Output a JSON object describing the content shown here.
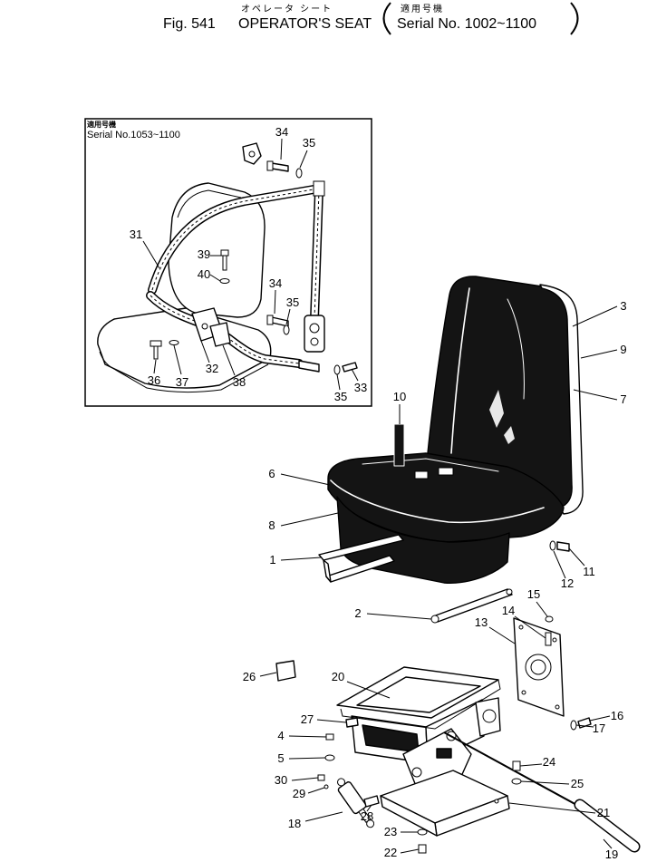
{
  "header": {
    "jp_title": "オペレータ シート",
    "fig": "Fig. 541",
    "en_title": "OPERATOR'S SEAT",
    "jp_applicable": "適用号機",
    "serial": "Serial No. 1002~1100"
  },
  "inset": {
    "jp_applicable": "適用号機",
    "serial": "Serial No.1053~1100",
    "callouts": [
      "34",
      "35",
      "31",
      "39",
      "40",
      "34",
      "35",
      "36",
      "37",
      "32",
      "38",
      "35",
      "33"
    ]
  },
  "main": {
    "callouts": [
      "3",
      "9",
      "7",
      "10",
      "6",
      "8",
      "1",
      "12",
      "11",
      "2",
      "15",
      "14",
      "13",
      "26",
      "20",
      "27",
      "4",
      "5",
      "30",
      "29",
      "16",
      "17",
      "24",
      "25",
      "28",
      "21",
      "18",
      "23",
      "22",
      "19"
    ]
  }
}
